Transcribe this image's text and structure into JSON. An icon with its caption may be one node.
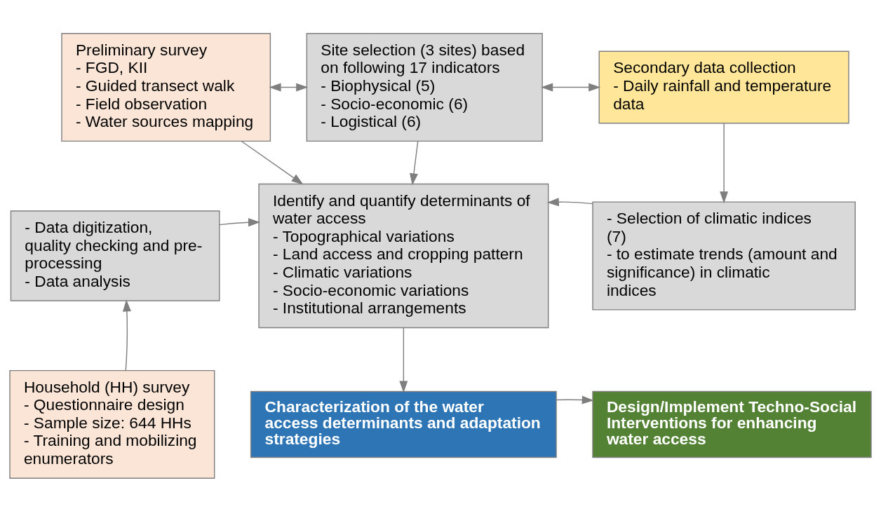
{
  "diagram": {
    "nodes": [
      {
        "text": [
          "Preliminary survey",
          "- FGD, KII",
          "- Guided transect walk",
          "- Field observation",
          "- Water sources mapping"
        ]
      },
      {
        "text": [
          "Site selection (3 sites) based on following 17 indicators",
          "- Biophysical (5)",
          "- Socio-economic (6)",
          "- Logistical (6)"
        ]
      },
      {
        "text": [
          "Secondary data collection",
          "- Daily rainfall and temperature data"
        ]
      },
      {
        "text": [
          "- Data digitization, quality checking and pre-processing",
          "- Data analysis"
        ]
      },
      {
        "text": [
          "Identify and quantify determinants of water access",
          "- Topographical variations",
          "- Land access and cropping pattern",
          "- Climatic variations",
          "- Socio-economic variations",
          "- Institutional arrangements"
        ]
      },
      {
        "text": [
          "- Selection of climatic indices (7)",
          "- to estimate trends (amount and significance) in climatic indices"
        ]
      },
      {
        "text": [
          "Household (HH) survey",
          "- Questionnaire design",
          "- Sample size: 644 HHs",
          "- Training and mobilizing enumerators"
        ]
      },
      {
        "text": [
          "Characterization of the water access determinants and adaptation strategies"
        ]
      },
      {
        "text": [
          "Design/Implement Techno-Social Interventions for enhancing water access"
        ]
      }
    ],
    "edges": [
      {
        "from": 0,
        "to": 1,
        "arrow": "both"
      },
      {
        "from": 1,
        "to": 2,
        "arrow": "both"
      },
      {
        "from": 0,
        "to": 4,
        "arrow": "to"
      },
      {
        "from": 1,
        "to": 4,
        "arrow": "to"
      },
      {
        "from": 2,
        "to": 5,
        "arrow": "to"
      },
      {
        "from": 5,
        "to": 4,
        "arrow": "to"
      },
      {
        "from": 3,
        "to": 4,
        "arrow": "to"
      },
      {
        "from": 6,
        "to": 3,
        "arrow": "to"
      },
      {
        "from": 4,
        "to": 7,
        "arrow": "to"
      },
      {
        "from": 7,
        "to": 8,
        "arrow": "to"
      }
    ]
  }
}
